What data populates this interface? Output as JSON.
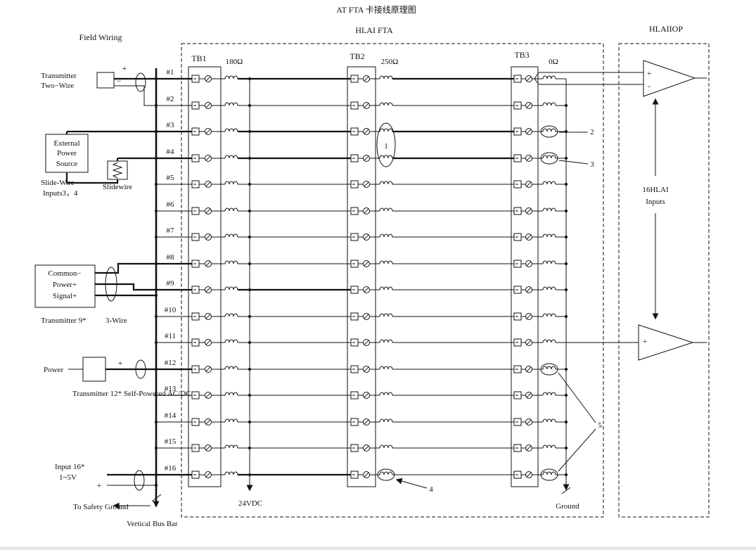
{
  "title": "AT FTA 卡接线原理图",
  "diagram": {
    "fta_title": "HLAI FTA",
    "iop_title": "HLAIIOP",
    "field_wiring": "Field Wiring",
    "vertical_bus_bar": "Vertical Bus Bar",
    "to_safety_ground": "To Safety Ground",
    "supply": "24VDC",
    "ground": "Ground",
    "iop_inputs_line1": "16HLAI",
    "iop_inputs_line2": "Inputs"
  },
  "terminal_blocks": [
    {
      "name": "TB1",
      "resistance": "180Ω"
    },
    {
      "name": "TB2",
      "resistance": "250Ω"
    },
    {
      "name": "TB3",
      "resistance": "0Ω"
    }
  ],
  "channels": [
    "#1",
    "#2",
    "#3",
    "#4",
    "#5",
    "#6",
    "#7",
    "#8",
    "#9",
    "#10",
    "#11",
    "#12",
    "#13",
    "#14",
    "#15",
    "#16"
  ],
  "devices": {
    "transmitter_two_wire": {
      "line1": "Transmitter",
      "line2": "Two−Wire",
      "plus": "+",
      "minus": "−"
    },
    "external_power_source": {
      "line1": "External",
      "line2": "Power",
      "line3": "Source"
    },
    "slide_wire_inputs": {
      "line1": "Slide-Wire",
      "line2": "Inputs3，4"
    },
    "slidewire": "Slidewire",
    "three_wire": {
      "line1": "Common−",
      "line2": "Power+",
      "line3": "Signal+",
      "caption1": "Transmitter 9*",
      "caption2": "3-Wire"
    },
    "self_powered": {
      "label": "Power",
      "plus": "+",
      "caption": "Transmitter 12* Self-Powered AC/DC"
    },
    "input16": {
      "line1": "Input 16*",
      "line2": "1~5V",
      "plus": "+"
    }
  },
  "opamps": {
    "plus": "+",
    "minus": "-"
  },
  "annotations": [
    "1",
    "2",
    "3",
    "4",
    "5"
  ]
}
